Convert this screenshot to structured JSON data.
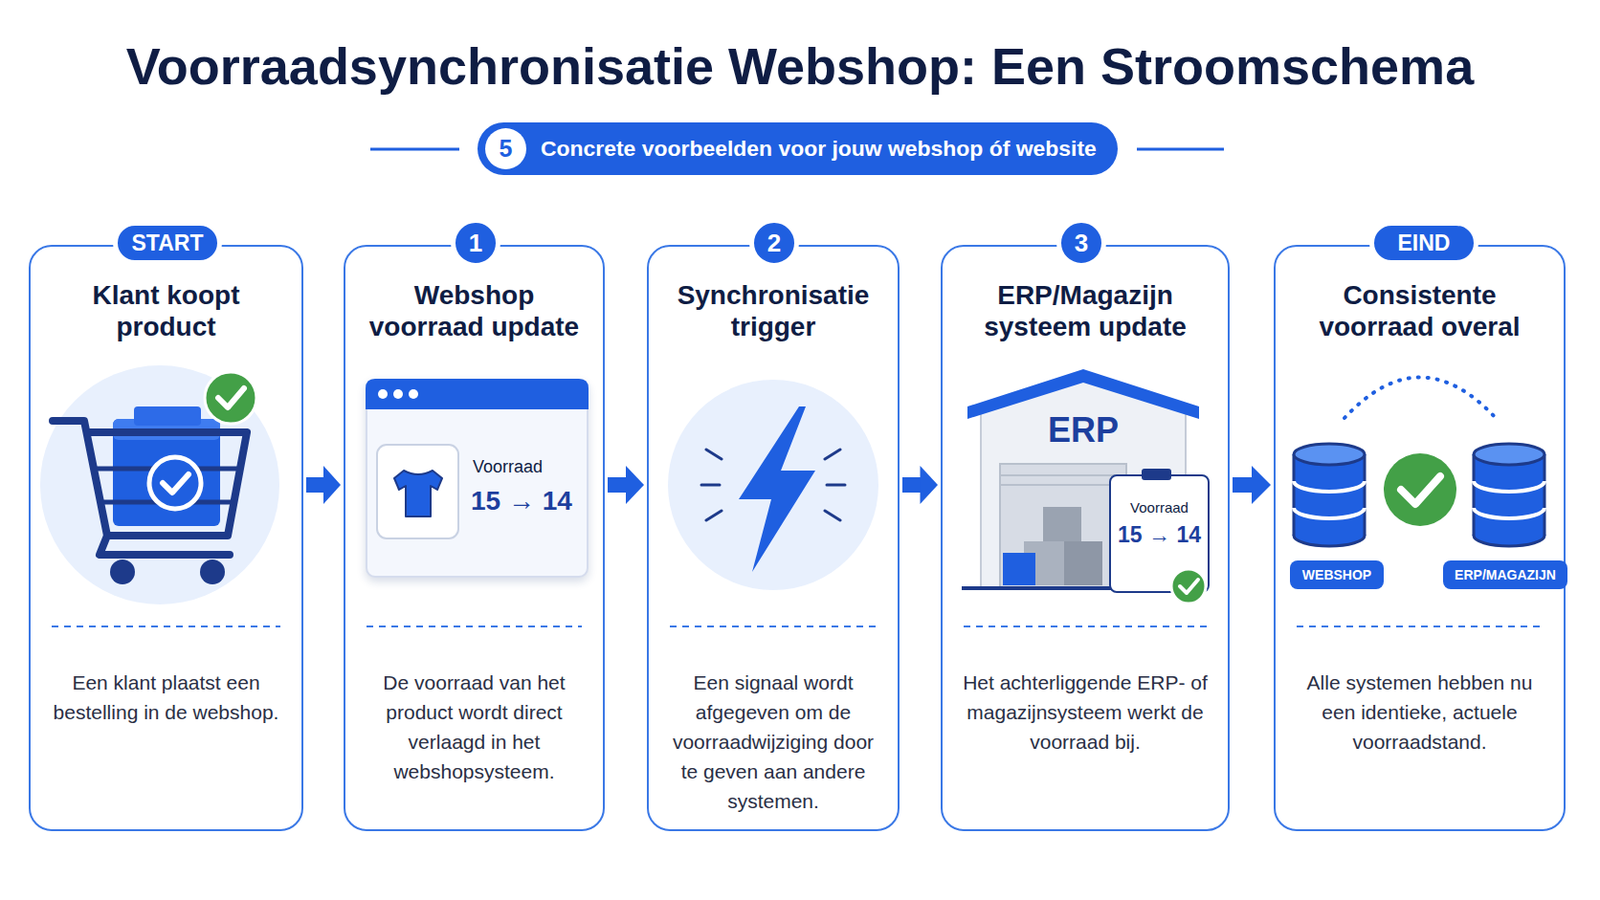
{
  "diagram": {
    "title": "Voorraadsynchronisatie Webshop: Een Stroomschema",
    "nodes": [
      {
        "text": [
          "Concrete voorbeelden voor jouw webshop óf website"
        ]
      },
      {
        "text": [
          "5"
        ],
        "in": 0
      },
      {
        "text": [
          "Klant koopt product",
          "Een klant plaatst een bestelling in de webshop."
        ]
      },
      {
        "text": [
          "START"
        ],
        "in": 2
      },
      {
        "text": [
          "Webshop voorraad update",
          "De voorraad van het product wordt direct verlaagd in het webshopsysteem."
        ]
      },
      {
        "text": [
          "1"
        ],
        "in": 4
      },
      {
        "text": [
          "Voorraad",
          "15 → 14"
        ],
        "in": 4
      },
      {
        "text": [
          "Synchronisatie trigger",
          "Een signaal wordt afgegeven om de voorraadwijziging door te geven aan andere systemen."
        ]
      },
      {
        "text": [
          "2"
        ],
        "in": 7
      },
      {
        "text": [
          "ERP/Magazijn systeem update",
          "Het achterliggende ERP- of magazijnsysteem werkt de voorraad bij."
        ]
      },
      {
        "text": [
          "3"
        ],
        "in": 9
      },
      {
        "text": [
          "Voorraad",
          "15 → 14"
        ],
        "in": 9
      },
      {
        "text": [
          "Consistente voorraad overal",
          "Alle systemen hebben nu een identieke, actuele voorraadstand."
        ]
      },
      {
        "text": [
          "EIND"
        ],
        "in": 12
      },
      {
        "text": [
          "WEBSHOP"
        ],
        "in": 12
      },
      {
        "text": [
          "ERP/MAGAZIJN"
        ],
        "in": 12
      }
    ],
    "edges": [
      {
        "from": 2,
        "to": 4,
        "arrow": "to"
      },
      {
        "from": 4,
        "to": 7,
        "arrow": "to"
      },
      {
        "from": 7,
        "to": 9,
        "arrow": "to"
      },
      {
        "from": 9,
        "to": 12,
        "arrow": "to"
      }
    ],
    "labels": [
      "ERP"
    ]
  }
}
